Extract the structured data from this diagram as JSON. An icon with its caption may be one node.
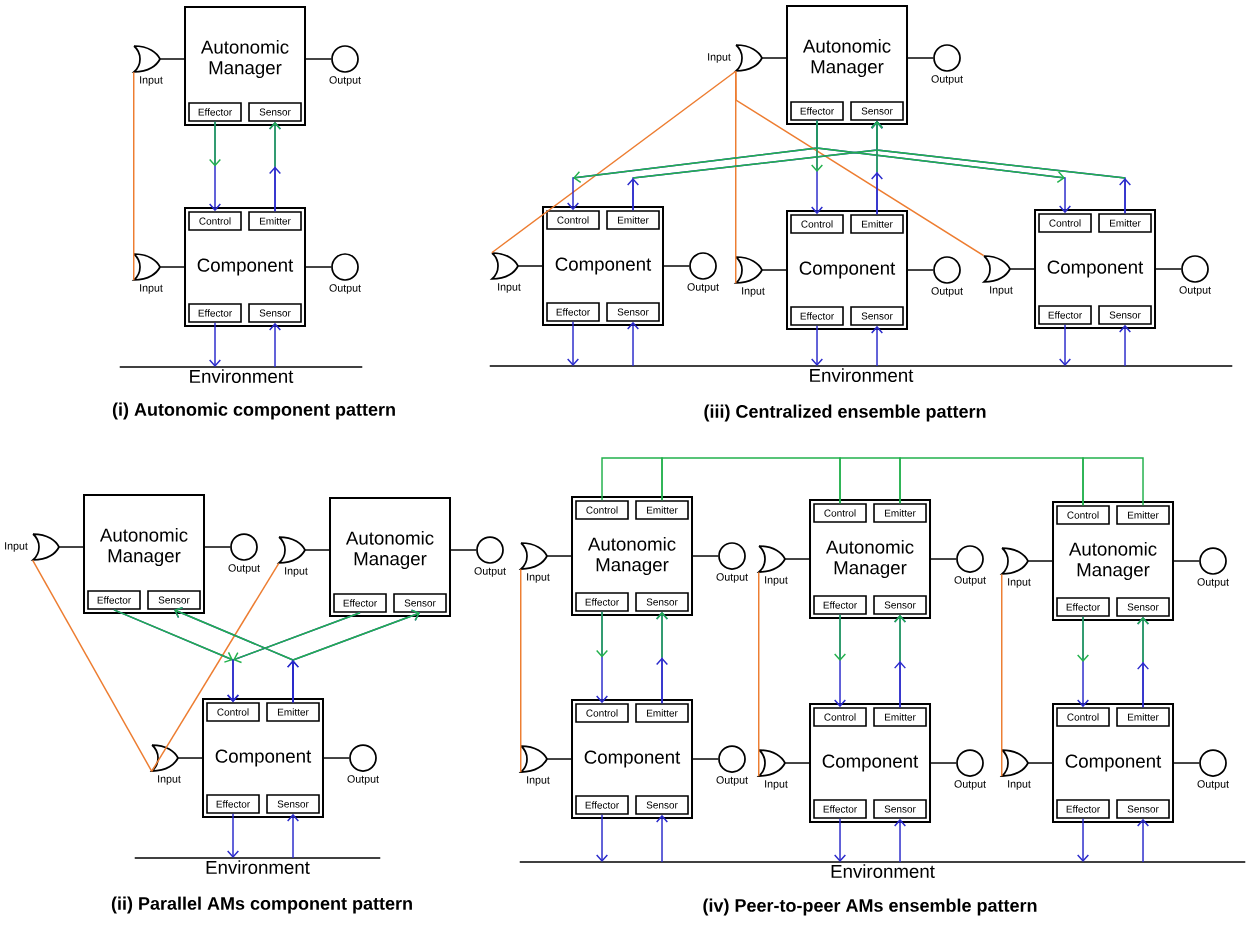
{
  "diagram": {
    "nodes": [
      {
        "text": [
          "Autonomic Manager"
        ]
      },
      {
        "text": [
          "Effector"
        ],
        "in": 0
      },
      {
        "text": [
          "Sensor"
        ],
        "in": 0
      },
      {
        "text": [],
        "shape": "arc",
        "beside": [
          "Input"
        ]
      },
      {
        "text": [],
        "shape": "circle",
        "beside": [
          "Output"
        ]
      },
      {
        "text": [
          "Component"
        ]
      },
      {
        "text": [
          "Control"
        ],
        "in": 5
      },
      {
        "text": [
          "Emitter"
        ],
        "in": 5
      },
      {
        "text": [
          "Effector"
        ],
        "in": 5
      },
      {
        "text": [
          "Sensor"
        ],
        "in": 5
      },
      {
        "text": [],
        "shape": "arc",
        "beside": [
          "Input"
        ]
      },
      {
        "text": [],
        "shape": "circle",
        "beside": [
          "Output"
        ]
      },
      {
        "text": [
          "Environment"
        ]
      },
      {
        "text": [
          "Autonomic Manager"
        ]
      },
      {
        "text": [
          "Effector"
        ],
        "in": 13
      },
      {
        "text": [
          "Sensor"
        ],
        "in": 13
      },
      {
        "text": [],
        "shape": "arc",
        "beside": [
          "Input"
        ]
      },
      {
        "text": [],
        "shape": "circle",
        "beside": [
          "Output"
        ]
      },
      {
        "text": [
          "Component"
        ]
      },
      {
        "text": [
          "Control"
        ],
        "in": 18
      },
      {
        "text": [
          "Emitter"
        ],
        "in": 18
      },
      {
        "text": [
          "Effector"
        ],
        "in": 18
      },
      {
        "text": [
          "Sensor"
        ],
        "in": 18
      },
      {
        "text": [],
        "shape": "arc",
        "beside": [
          "Input"
        ]
      },
      {
        "text": [],
        "shape": "circle",
        "beside": [
          "Output"
        ]
      },
      {
        "text": [
          "Component"
        ]
      },
      {
        "text": [
          "Control"
        ],
        "in": 25
      },
      {
        "text": [
          "Emitter"
        ],
        "in": 25
      },
      {
        "text": [
          "Effector"
        ],
        "in": 25
      },
      {
        "text": [
          "Sensor"
        ],
        "in": 25
      },
      {
        "text": [],
        "shape": "arc",
        "beside": [
          "Input"
        ]
      },
      {
        "text": [],
        "shape": "circle",
        "beside": [
          "Output"
        ]
      },
      {
        "text": [
          "Component"
        ]
      },
      {
        "text": [
          "Control"
        ],
        "in": 32
      },
      {
        "text": [
          "Emitter"
        ],
        "in": 32
      },
      {
        "text": [
          "Effector"
        ],
        "in": 32
      },
      {
        "text": [
          "Sensor"
        ],
        "in": 32
      },
      {
        "text": [],
        "shape": "arc",
        "beside": [
          "Input"
        ]
      },
      {
        "text": [],
        "shape": "circle",
        "beside": [
          "Output"
        ]
      },
      {
        "text": [
          "Environment"
        ]
      },
      {
        "text": [
          "Autonomic Manager"
        ]
      },
      {
        "text": [
          "Effector"
        ],
        "in": 40
      },
      {
        "text": [
          "Sensor"
        ],
        "in": 40
      },
      {
        "text": [],
        "shape": "arc",
        "beside": [
          "Input"
        ]
      },
      {
        "text": [],
        "shape": "circle",
        "beside": [
          "Output"
        ]
      },
      {
        "text": [
          "Autonomic Manager"
        ]
      },
      {
        "text": [
          "Effector"
        ],
        "in": 45
      },
      {
        "text": [
          "Sensor"
        ],
        "in": 45
      },
      {
        "text": [],
        "shape": "arc",
        "beside": [
          "Input"
        ]
      },
      {
        "text": [],
        "shape": "circle",
        "beside": [
          "Output"
        ]
      },
      {
        "text": [
          "Component"
        ]
      },
      {
        "text": [
          "Control"
        ],
        "in": 50
      },
      {
        "text": [
          "Emitter"
        ],
        "in": 50
      },
      {
        "text": [
          "Effector"
        ],
        "in": 50
      },
      {
        "text": [
          "Sensor"
        ],
        "in": 50
      },
      {
        "text": [],
        "shape": "arc",
        "beside": [
          "Input"
        ]
      },
      {
        "text": [],
        "shape": "circle",
        "beside": [
          "Output"
        ]
      },
      {
        "text": [
          "Environment"
        ]
      },
      {
        "text": [
          "Autonomic Manager"
        ]
      },
      {
        "text": [
          "Control"
        ],
        "in": 58
      },
      {
        "text": [
          "Emitter"
        ],
        "in": 58
      },
      {
        "text": [
          "Effector"
        ],
        "in": 58
      },
      {
        "text": [
          "Sensor"
        ],
        "in": 58
      },
      {
        "text": [],
        "shape": "arc",
        "beside": [
          "Input"
        ]
      },
      {
        "text": [],
        "shape": "circle",
        "beside": [
          "Output"
        ]
      },
      {
        "text": [
          "Autonomic Manager"
        ]
      },
      {
        "text": [
          "Control"
        ],
        "in": 65
      },
      {
        "text": [
          "Emitter"
        ],
        "in": 65
      },
      {
        "text": [
          "Effector"
        ],
        "in": 65
      },
      {
        "text": [
          "Sensor"
        ],
        "in": 65
      },
      {
        "text": [],
        "shape": "arc",
        "beside": [
          "Input"
        ]
      },
      {
        "text": [],
        "shape": "circle",
        "beside": [
          "Output"
        ]
      },
      {
        "text": [
          "Autonomic Manager"
        ]
      },
      {
        "text": [
          "Control"
        ],
        "in": 72
      },
      {
        "text": [
          "Emitter"
        ],
        "in": 72
      },
      {
        "text": [
          "Effector"
        ],
        "in": 72
      },
      {
        "text": [
          "Sensor"
        ],
        "in": 72
      },
      {
        "text": [],
        "shape": "arc",
        "beside": [
          "Input"
        ]
      },
      {
        "text": [],
        "shape": "circle",
        "beside": [
          "Output"
        ]
      },
      {
        "text": [
          "Component"
        ]
      },
      {
        "text": [
          "Control"
        ],
        "in": 79
      },
      {
        "text": [
          "Emitter"
        ],
        "in": 79
      },
      {
        "text": [
          "Effector"
        ],
        "in": 79
      },
      {
        "text": [
          "Sensor"
        ],
        "in": 79
      },
      {
        "text": [],
        "shape": "arc",
        "beside": [
          "Input"
        ]
      },
      {
        "text": [],
        "shape": "circle",
        "beside": [
          "Output"
        ]
      },
      {
        "text": [
          "Component"
        ]
      },
      {
        "text": [
          "Control"
        ],
        "in": 86
      },
      {
        "text": [
          "Emitter"
        ],
        "in": 86
      },
      {
        "text": [
          "Effector"
        ],
        "in": 86
      },
      {
        "text": [
          "Sensor"
        ],
        "in": 86
      },
      {
        "text": [],
        "shape": "arc",
        "beside": [
          "Input"
        ]
      },
      {
        "text": [],
        "shape": "circle",
        "beside": [
          "Output"
        ]
      },
      {
        "text": [
          "Component"
        ]
      },
      {
        "text": [
          "Control"
        ],
        "in": 93
      },
      {
        "text": [
          "Emitter"
        ],
        "in": 93
      },
      {
        "text": [
          "Effector"
        ],
        "in": 93
      },
      {
        "text": [
          "Sensor"
        ],
        "in": 93
      },
      {
        "text": [],
        "shape": "arc",
        "beside": [
          "Input"
        ]
      },
      {
        "text": [],
        "shape": "circle",
        "beside": [
          "Output"
        ]
      },
      {
        "text": [
          "Environment"
        ]
      }
    ],
    "edges": [
      {
        "from": 3,
        "to": 0,
        "arrow": "none",
        "color": "#000000"
      },
      {
        "from": 0,
        "to": 4,
        "arrow": "none",
        "color": "#000000"
      },
      {
        "from": 10,
        "to": 5,
        "arrow": "none",
        "color": "#000000"
      },
      {
        "from": 5,
        "to": 11,
        "arrow": "none",
        "color": "#000000"
      },
      {
        "from": 10,
        "to": 3,
        "arrow": "none",
        "color": "#ed7d31"
      },
      {
        "from": 1,
        "to": 6,
        "arrow": "to",
        "color": "#2a2acb"
      },
      {
        "from": 7,
        "to": 2,
        "arrow": "to",
        "color": "#2a2acb"
      },
      {
        "from": 8,
        "to": 12,
        "arrow": "to",
        "color": "#2a2acb"
      },
      {
        "from": 12,
        "to": 9,
        "arrow": "to",
        "color": "#2a2acb"
      },
      {
        "from": 16,
        "to": 13,
        "arrow": "none",
        "color": "#000000"
      },
      {
        "from": 13,
        "to": 17,
        "arrow": "none",
        "color": "#000000"
      },
      {
        "from": 23,
        "to": 18,
        "arrow": "none",
        "color": "#000000"
      },
      {
        "from": 18,
        "to": 24,
        "arrow": "none",
        "color": "#000000"
      },
      {
        "from": 30,
        "to": 25,
        "arrow": "none",
        "color": "#000000"
      },
      {
        "from": 25,
        "to": 31,
        "arrow": "none",
        "color": "#000000"
      },
      {
        "from": 37,
        "to": 32,
        "arrow": "none",
        "color": "#000000"
      },
      {
        "from": 32,
        "to": 38,
        "arrow": "none",
        "color": "#000000"
      },
      {
        "from": 16,
        "to": 23,
        "arrow": "none",
        "color": "#ed7d31"
      },
      {
        "from": 16,
        "to": 30,
        "arrow": "none",
        "color": "#ed7d31"
      },
      {
        "from": 16,
        "to": 37,
        "arrow": "none",
        "color": "#ed7d31"
      },
      {
        "from": 14,
        "to": 19,
        "arrow": "to",
        "color": "#2a2acb"
      },
      {
        "from": 14,
        "to": 26,
        "arrow": "to",
        "color": "#2a2acb"
      },
      {
        "from": 14,
        "to": 33,
        "arrow": "to",
        "color": "#2a2acb"
      },
      {
        "from": 20,
        "to": 15,
        "arrow": "to",
        "color": "#2a2acb"
      },
      {
        "from": 27,
        "to": 15,
        "arrow": "to",
        "color": "#2a2acb"
      },
      {
        "from": 34,
        "to": 15,
        "arrow": "to",
        "color": "#2a2acb"
      },
      {
        "from": 21,
        "to": 39,
        "arrow": "to",
        "color": "#2a2acb"
      },
      {
        "from": 39,
        "to": 22,
        "arrow": "to",
        "color": "#2a2acb"
      },
      {
        "from": 28,
        "to": 39,
        "arrow": "to",
        "color": "#2a2acb"
      },
      {
        "from": 39,
        "to": 29,
        "arrow": "to",
        "color": "#2a2acb"
      },
      {
        "from": 35,
        "to": 39,
        "arrow": "to",
        "color": "#2a2acb"
      },
      {
        "from": 39,
        "to": 36,
        "arrow": "to",
        "color": "#2a2acb"
      },
      {
        "from": 43,
        "to": 40,
        "arrow": "none",
        "color": "#000000"
      },
      {
        "from": 40,
        "to": 44,
        "arrow": "none",
        "color": "#000000"
      },
      {
        "from": 48,
        "to": 45,
        "arrow": "none",
        "color": "#000000"
      },
      {
        "from": 45,
        "to": 49,
        "arrow": "none",
        "color": "#000000"
      },
      {
        "from": 55,
        "to": 50,
        "arrow": "none",
        "color": "#000000"
      },
      {
        "from": 50,
        "to": 56,
        "arrow": "none",
        "color": "#000000"
      },
      {
        "from": 55,
        "to": 43,
        "arrow": "none",
        "color": "#ed7d31"
      },
      {
        "from": 55,
        "to": 48,
        "arrow": "none",
        "color": "#ed7d31"
      },
      {
        "from": 41,
        "to": 51,
        "arrow": "to",
        "color": "#2a2acb"
      },
      {
        "from": 46,
        "to": 51,
        "arrow": "to",
        "color": "#2a2acb"
      },
      {
        "from": 52,
        "to": 42,
        "arrow": "to",
        "color": "#2a2acb"
      },
      {
        "from": 52,
        "to": 47,
        "arrow": "to",
        "color": "#2a2acb"
      },
      {
        "from": 53,
        "to": 57,
        "arrow": "to",
        "color": "#2a2acb"
      },
      {
        "from": 57,
        "to": 54,
        "arrow": "to",
        "color": "#2a2acb"
      },
      {
        "from": 63,
        "to": 58,
        "arrow": "none",
        "color": "#000000"
      },
      {
        "from": 58,
        "to": 64,
        "arrow": "none",
        "color": "#000000"
      },
      {
        "from": 70,
        "to": 65,
        "arrow": "none",
        "color": "#000000"
      },
      {
        "from": 65,
        "to": 71,
        "arrow": "none",
        "color": "#000000"
      },
      {
        "from": 77,
        "to": 72,
        "arrow": "none",
        "color": "#000000"
      },
      {
        "from": 72,
        "to": 78,
        "arrow": "none",
        "color": "#000000"
      },
      {
        "from": 84,
        "to": 79,
        "arrow": "none",
        "color": "#000000"
      },
      {
        "from": 79,
        "to": 85,
        "arrow": "none",
        "color": "#000000"
      },
      {
        "from": 91,
        "to": 86,
        "arrow": "none",
        "color": "#000000"
      },
      {
        "from": 86,
        "to": 92,
        "arrow": "none",
        "color": "#000000"
      },
      {
        "from": 98,
        "to": 93,
        "arrow": "none",
        "color": "#000000"
      },
      {
        "from": 93,
        "to": 99,
        "arrow": "none",
        "color": "#000000"
      },
      {
        "from": 84,
        "to": 63,
        "arrow": "none",
        "color": "#ed7d31"
      },
      {
        "from": 91,
        "to": 70,
        "arrow": "none",
        "color": "#ed7d31"
      },
      {
        "from": 98,
        "to": 77,
        "arrow": "none",
        "color": "#ed7d31"
      },
      {
        "from": 61,
        "to": 80,
        "arrow": "to",
        "color": "#2a2acb"
      },
      {
        "from": 81,
        "to": 62,
        "arrow": "to",
        "color": "#2a2acb"
      },
      {
        "from": 68,
        "to": 87,
        "arrow": "to",
        "color": "#2a2acb"
      },
      {
        "from": 88,
        "to": 69,
        "arrow": "to",
        "color": "#2a2acb"
      },
      {
        "from": 75,
        "to": 94,
        "arrow": "to",
        "color": "#2a2acb"
      },
      {
        "from": 95,
        "to": 76,
        "arrow": "to",
        "color": "#2a2acb"
      },
      {
        "from": 59,
        "to": 60,
        "arrow": "none",
        "color": "#22b14c"
      },
      {
        "from": 60,
        "to": 66,
        "arrow": "none",
        "color": "#22b14c"
      },
      {
        "from": 66,
        "to": 67,
        "arrow": "none",
        "color": "#22b14c"
      },
      {
        "from": 67,
        "to": 73,
        "arrow": "none",
        "color": "#22b14c"
      },
      {
        "from": 73,
        "to": 74,
        "arrow": "none",
        "color": "#22b14c"
      },
      {
        "from": 82,
        "to": 100,
        "arrow": "to",
        "color": "#2a2acb"
      },
      {
        "from": 100,
        "to": 83,
        "arrow": "to",
        "color": "#2a2acb"
      },
      {
        "from": 89,
        "to": 100,
        "arrow": "to",
        "color": "#2a2acb"
      },
      {
        "from": 100,
        "to": 90,
        "arrow": "to",
        "color": "#2a2acb"
      },
      {
        "from": 96,
        "to": 100,
        "arrow": "to",
        "color": "#2a2acb"
      },
      {
        "from": 100,
        "to": 97,
        "arrow": "to",
        "color": "#2a2acb"
      }
    ],
    "labels": [
      "(i) Autonomic component pattern",
      "(iii) Centralized ensemble pattern",
      "(ii) Parallel AMs component pattern",
      "(iv) Peer-to-peer AMs ensemble pattern"
    ]
  }
}
